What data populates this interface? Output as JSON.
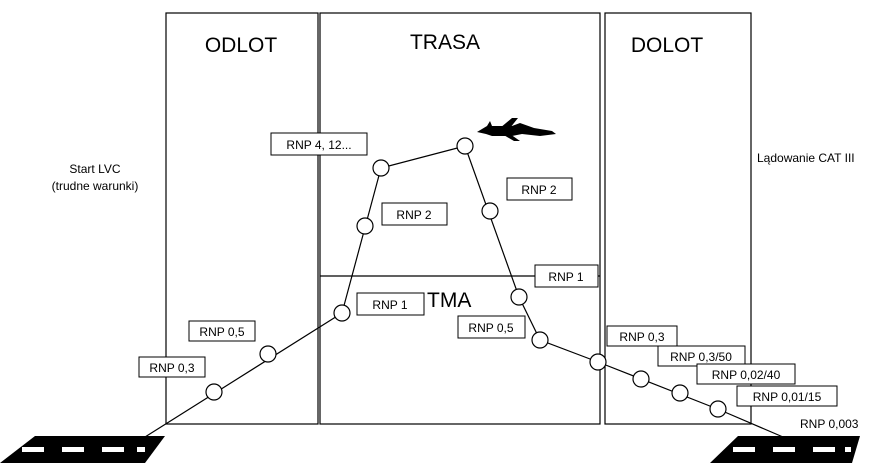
{
  "phases": {
    "departure": "ODLOT",
    "enroute": "TRASA",
    "arrival": "DOLOT",
    "tma": "TMA"
  },
  "side_notes": {
    "start_line1": "Start LVC",
    "start_line2": "(trudne warunki)",
    "landing": "Lądowanie CAT III"
  },
  "rnp_labels": {
    "dep_0_3": "RNP 0,3",
    "dep_0_5": "RNP 0,5",
    "climb_1": "RNP 1",
    "climb_2": "RNP 2",
    "cruise": "RNP 4, 12...",
    "desc_2": "RNP 2",
    "desc_1": "RNP 1",
    "app_0_5": "RNP 0,5",
    "app_0_3": "RNP 0,3",
    "app_0_3_50": "RNP 0,3/50",
    "app_0_02_40": "RNP 0,02/40",
    "app_0_01_15": "RNP 0,01/15",
    "land_0_003": "RNP 0,003"
  },
  "icons": {
    "aircraft": "aircraft-icon",
    "runway": "runway-icon"
  },
  "colors": {
    "line": "#000000",
    "background": "#ffffff"
  }
}
